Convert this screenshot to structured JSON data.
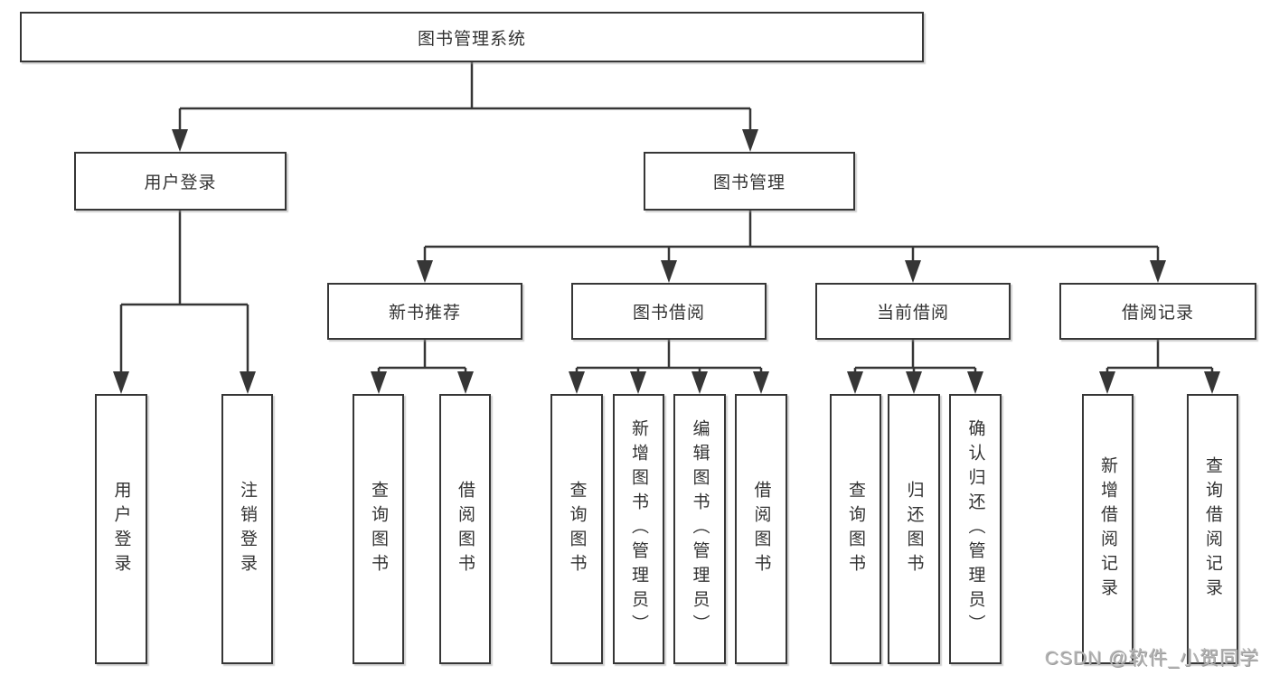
{
  "diagram": {
    "title": "图书管理系统",
    "root": {
      "label": "图书管理系统",
      "children": [
        {
          "label": "用户登录",
          "children": [
            {
              "label": "用户登录"
            },
            {
              "label": "注销登录"
            }
          ]
        },
        {
          "label": "图书管理",
          "children": [
            {
              "label": "新书推荐",
              "children": [
                {
                  "label": "查询图书"
                },
                {
                  "label": "借阅图书"
                }
              ]
            },
            {
              "label": "图书借阅",
              "children": [
                {
                  "label": "查询图书"
                },
                {
                  "label": "新增图书（管理员）"
                },
                {
                  "label": "编辑图书（管理员）"
                },
                {
                  "label": "借阅图书"
                }
              ]
            },
            {
              "label": "当前借阅",
              "children": [
                {
                  "label": "查询图书"
                },
                {
                  "label": "归还图书"
                },
                {
                  "label": "确认归还（管理员）"
                }
              ]
            },
            {
              "label": "借阅记录",
              "children": [
                {
                  "label": "新增借阅记录"
                },
                {
                  "label": "查询借阅记录"
                }
              ]
            }
          ]
        }
      ]
    },
    "colors": {
      "line": "#363636",
      "text": "#333333",
      "background": "#ffffff",
      "watermark": "#b3b3b3"
    }
  },
  "watermark": {
    "text": "CSDN @软件_小贺同学"
  }
}
